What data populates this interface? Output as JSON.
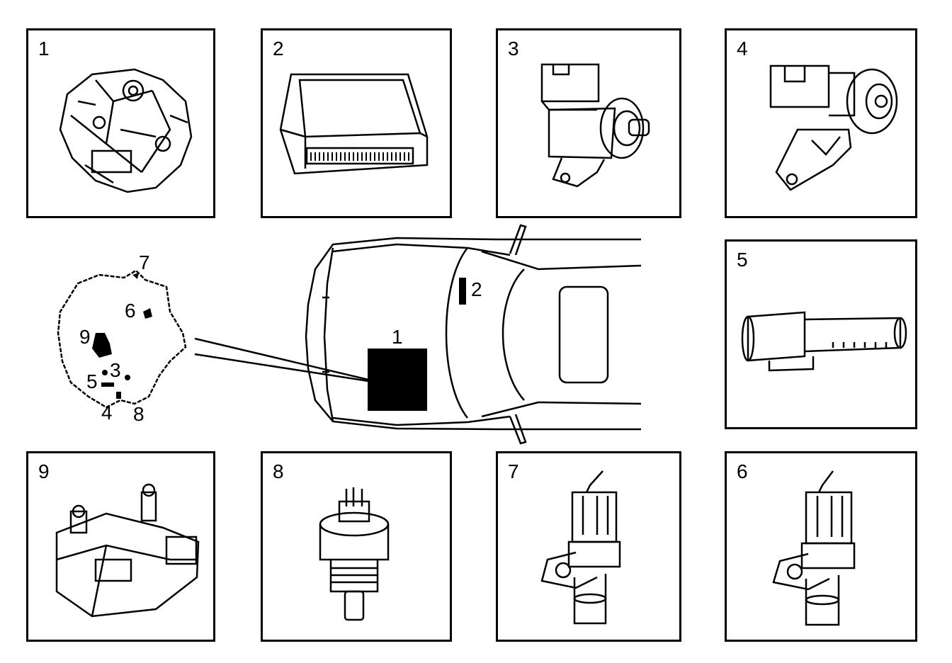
{
  "panels": [
    {
      "number": "1",
      "icon": "transmission-icon"
    },
    {
      "number": "2",
      "icon": "control-module-icon"
    },
    {
      "number": "3",
      "icon": "solenoid-valve-icon"
    },
    {
      "number": "4",
      "icon": "solenoid-valve-bracket-icon"
    },
    {
      "number": "5",
      "icon": "solenoid-tube-icon"
    },
    {
      "number": "6",
      "icon": "speed-sensor-icon"
    },
    {
      "number": "7",
      "icon": "speed-sensor-icon"
    },
    {
      "number": "8",
      "icon": "pressure-switch-icon"
    },
    {
      "number": "9",
      "icon": "position-switch-icon"
    }
  ],
  "transmission_map_labels": [
    "7",
    "6",
    "9",
    "3",
    "5",
    "4",
    "8"
  ],
  "car_labels": {
    "module": "2",
    "transmission": "1"
  }
}
